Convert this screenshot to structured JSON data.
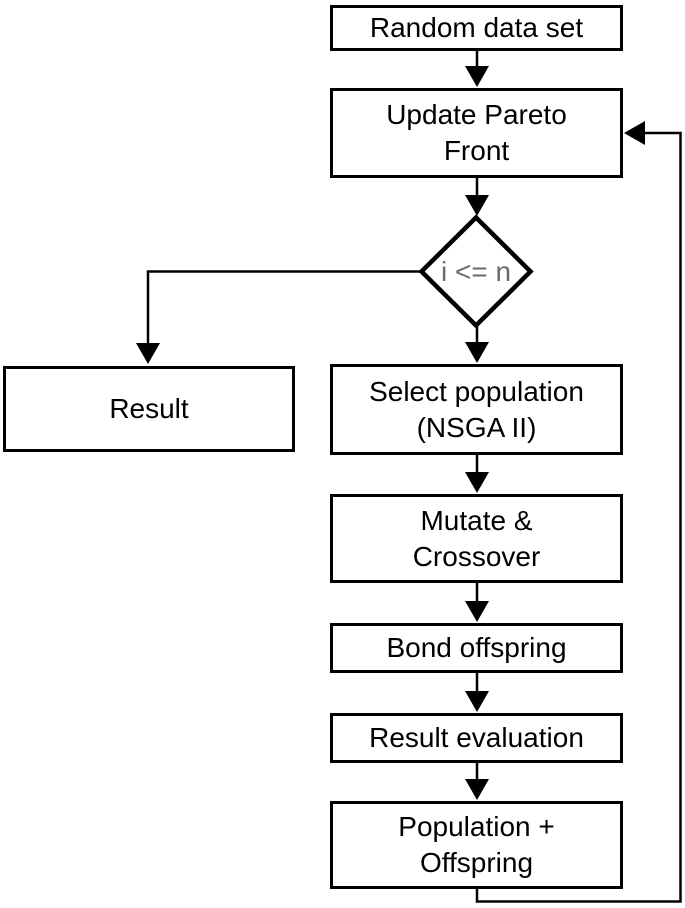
{
  "diagram": {
    "type": "flowchart",
    "colors": {
      "background": "#ffffff",
      "node_fill": "#ffffff",
      "node_border": "#000000",
      "text": "#000000",
      "decision_text": "#6b6b6b",
      "connector": "#000000"
    },
    "nodes": {
      "random_data_set": "Random data set",
      "update_pareto_front": "Update Pareto\nFront",
      "decision": "i <= n",
      "result": "Result",
      "select_population": "Select population\n(NSGA II)",
      "mutate_crossover": "Mutate &\nCrossover",
      "bond_offspring": "Bond offspring",
      "result_evaluation": "Result evaluation",
      "population_offspring": "Population +\nOffspring"
    },
    "edges": [
      {
        "from": "random_data_set",
        "to": "update_pareto_front"
      },
      {
        "from": "update_pareto_front",
        "to": "decision"
      },
      {
        "from": "decision",
        "to": "result",
        "route": "left-then-down"
      },
      {
        "from": "decision",
        "to": "select_population"
      },
      {
        "from": "select_population",
        "to": "mutate_crossover"
      },
      {
        "from": "mutate_crossover",
        "to": "bond_offspring"
      },
      {
        "from": "bond_offspring",
        "to": "result_evaluation"
      },
      {
        "from": "result_evaluation",
        "to": "population_offspring"
      },
      {
        "from": "population_offspring",
        "to": "update_pareto_front",
        "route": "down-right-up-loop"
      }
    ]
  }
}
